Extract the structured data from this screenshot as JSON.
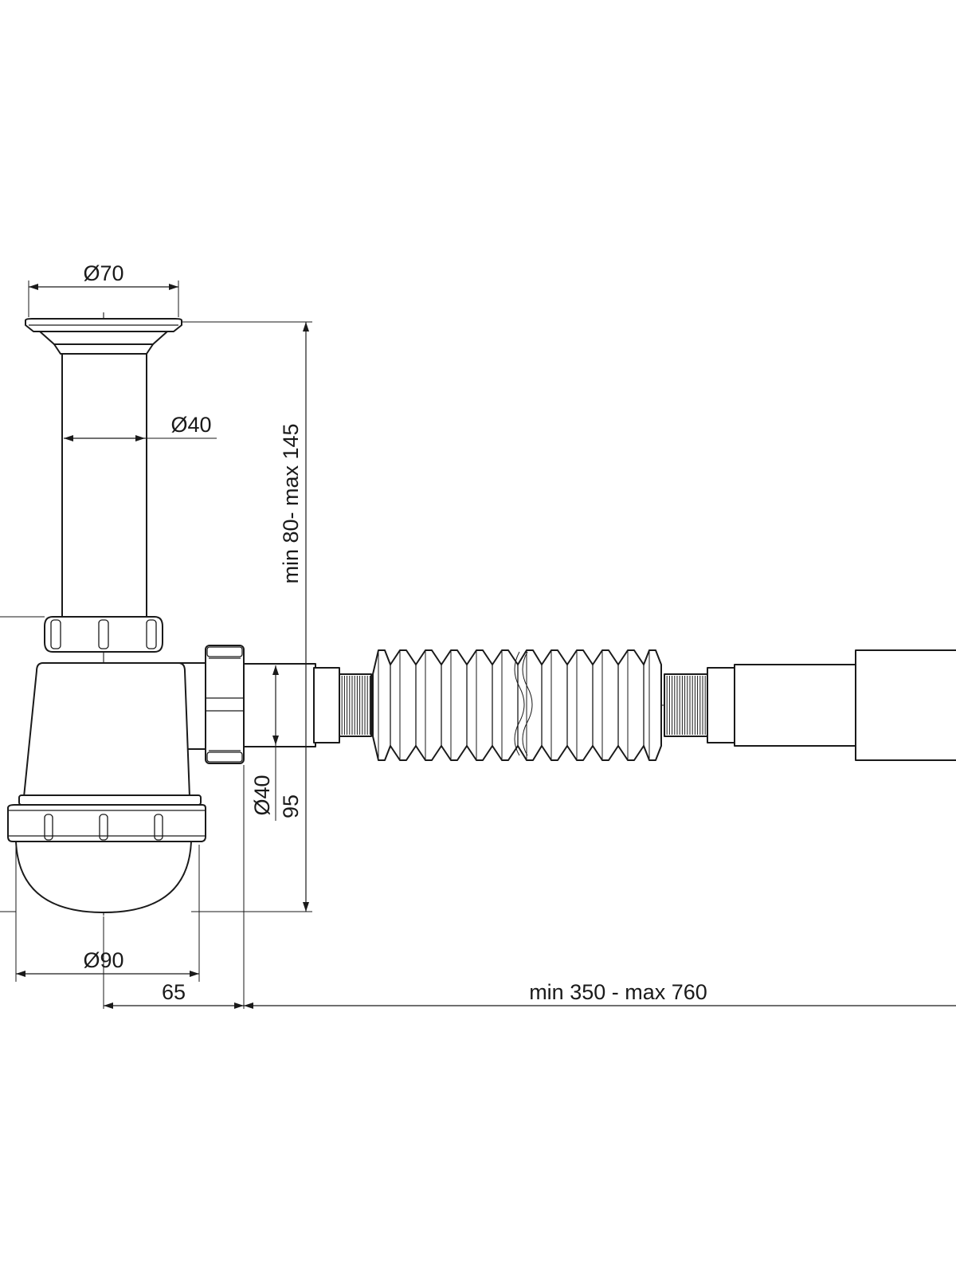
{
  "dimensions": {
    "top_diameter": "Ø70",
    "pipe_diameter": "Ø40",
    "height_range": "min 80- max 145",
    "outlet_diameter": "Ø40",
    "outlet_height": "95",
    "bowl_diameter": "Ø90",
    "offset": "65",
    "length_range": "min 350 - max 760"
  },
  "colors": {
    "line": "#1a1a1a",
    "background": "#ffffff"
  }
}
